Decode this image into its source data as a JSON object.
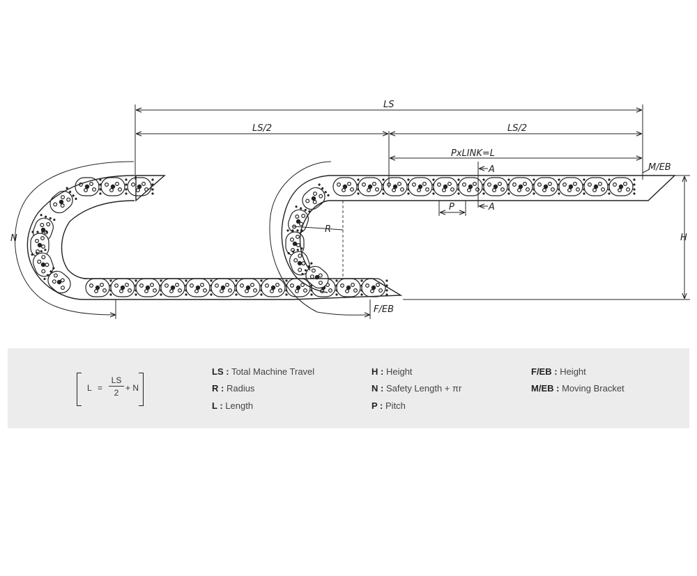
{
  "diagram": {
    "labels": {
      "ls": "LS",
      "ls_half_left": "LS/2",
      "ls_half_right": "LS/2",
      "pxlink": "PxLINK=L",
      "a_top": "A",
      "a_bottom": "A",
      "p": "P",
      "r": "R",
      "n": "N",
      "h": "H",
      "meb": "M/EB",
      "feb": "F/EB"
    }
  },
  "formula": {
    "l": "L",
    "eq": "=",
    "numerator": "LS",
    "denominator": "2",
    "plus_n": "+ N"
  },
  "legend": [
    {
      "key": "LS :",
      "text": "Total Machine Travel"
    },
    {
      "key": "R :",
      "text": "Radius"
    },
    {
      "key": "L :",
      "text": "Length"
    },
    {
      "key": "H :",
      "text": "Height"
    },
    {
      "key": "N :",
      "text": "Safety Length + πr"
    },
    {
      "key": "P :",
      "text": "Pitch"
    },
    {
      "key": "F/EB :",
      "text": "Height"
    },
    {
      "key": "M/EB :",
      "text": "Moving Bracket"
    }
  ]
}
